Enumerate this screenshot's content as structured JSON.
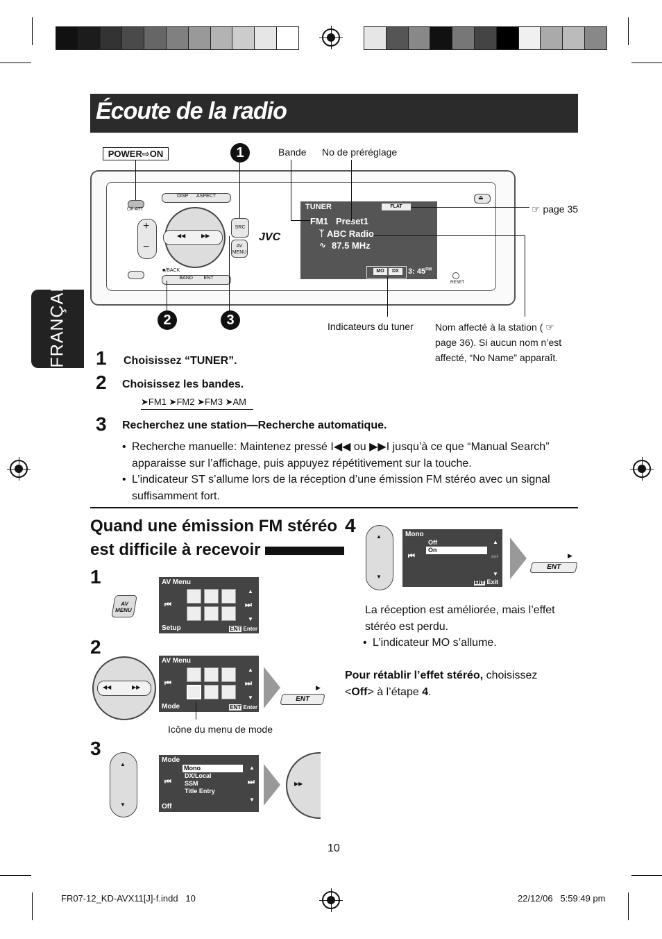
{
  "header": {
    "title": "Écoute de la radio",
    "language_tab": "FRANÇAIS"
  },
  "diagram": {
    "power_label": "POWER⇨ON",
    "label_bande": "Bande",
    "label_preset_no": "No de préréglage",
    "label_page35": "☞ page 35",
    "label_indicators": "Indicateurs du tuner",
    "label_station_name": "Nom affecté à la station ( ☞ page 36). Si aucun nom n’est affecté, “No Name” apparaît.",
    "callouts": [
      "1",
      "2",
      "3"
    ],
    "unit": {
      "brand": "JVC",
      "disp": "DISP",
      "aspect": "ASPECT",
      "src": "SRC",
      "av_menu": "AV MENU",
      "band": "BAND",
      "ent": "ENT",
      "back": "■/BACK",
      "reset": "RESET",
      "att": "⏻/I ATT",
      "lcd_tuner": "TUNER",
      "lcd_flat": "FLAT",
      "lcd_fm1": "FM1",
      "lcd_preset": "Preset1",
      "lcd_station": "ABC Radio",
      "lcd_freq": "87.5 MHz",
      "lcd_mo": "MO",
      "lcd_dx": "DX",
      "lcd_clock": "3: 45",
      "lcd_pm": "PM"
    }
  },
  "steps": [
    {
      "num": "1",
      "text": "Choisissez “TUNER”."
    },
    {
      "num": "2",
      "text": "Choisissez les bandes."
    },
    {
      "num": "3",
      "text": "Recherchez une station—Recherche automatique."
    }
  ],
  "band_sequence": [
    "FM1",
    "FM2",
    "FM3",
    "AM"
  ],
  "bullets": [
    "Recherche manuelle: Maintenez pressé I◀◀ ou ▶▶I jusqu’à ce que “Manual Search” apparaisse sur l’affichage, puis appuyez répétitivement sur la touche.",
    "L’indicateur ST s’allume lors de la réception d’une émission FM stéréo avec un signal suffisamment fort."
  ],
  "section2": {
    "title_line1": "Quand une émission FM stéréo",
    "title_line2": "est difficile à recevoir",
    "step_labels": [
      "1",
      "2",
      "3",
      "4"
    ],
    "screen1": {
      "header": "AV Menu",
      "footer": "Setup",
      "enter": "Enter",
      "ent": "ENT"
    },
    "screen2": {
      "header": "AV Menu",
      "footer": "Mode",
      "enter": "Enter",
      "ent": "ENT"
    },
    "screen3": {
      "header": "Mode",
      "items": [
        "Mono",
        "DX/Local",
        "SSM",
        "Title Entry"
      ],
      "footer": "Off"
    },
    "screen4": {
      "header": "Mono",
      "items": [
        "Off",
        "On"
      ],
      "exit": "Exit",
      "ent": "ENT"
    },
    "av_menu_button": "AV MENU",
    "ent_label": "ENT",
    "mode_icon_caption": "Icône du menu de mode",
    "result_text": "La réception est améliorée, mais l’effet stéréo est perdu.",
    "result_bullet": "L’indicateur MO s’allume.",
    "restore_bold": "Pour rétablir l’effet stéréo,",
    "restore_text": " choisissez <",
    "restore_off": "Off",
    "restore_text2": "> à l’étape ",
    "restore_step": "4",
    "restore_end": "."
  },
  "footer": {
    "page_number": "10",
    "file": "FR07-12_KD-AVX11[J]-f.indd   10",
    "timestamp": "22/12/06   5:59:49 pm"
  },
  "colors": {
    "title_bar": "#2b2b2b",
    "lcd": "#555555",
    "swatches_left": [
      "#111111",
      "#1c1c1c",
      "#333333",
      "#4a4a4a",
      "#666666",
      "#808080",
      "#999999",
      "#b3b3b3",
      "#cccccc",
      "#e6e6e6",
      "#ffffff"
    ],
    "swatches_right": [
      "#e6e6e6",
      "#555555",
      "#888888",
      "#111111",
      "#777777",
      "#444444",
      "#000000",
      "#f0f0f0",
      "#aaaaaa",
      "#bbbbbb",
      "#888888"
    ]
  }
}
